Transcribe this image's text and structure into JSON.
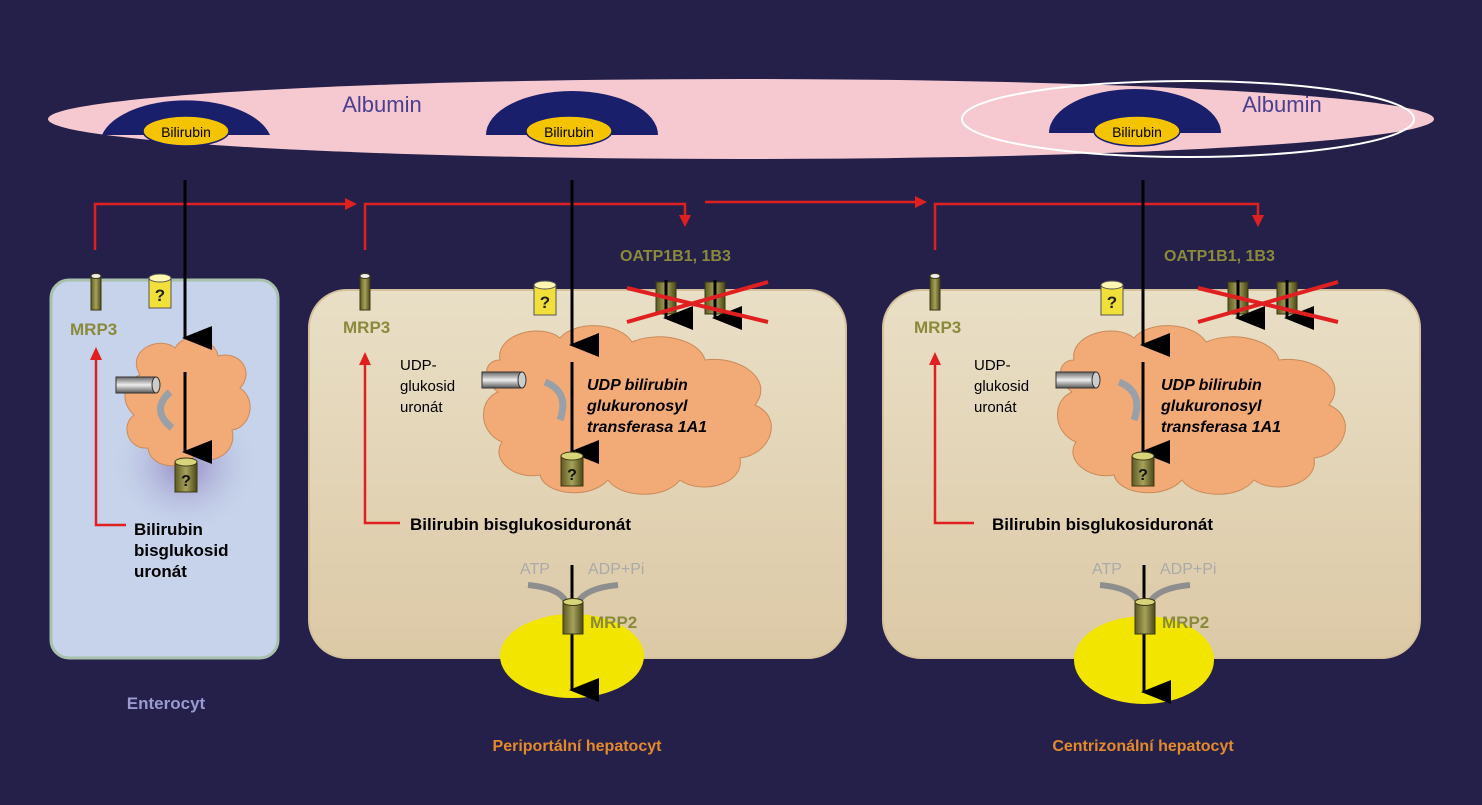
{
  "colors": {
    "background": "#24204a",
    "albumin": "#f6c9d1",
    "albumin_text": "#4b3f8f",
    "bilirubin_cap": "#1a1f6b",
    "bilirubin_pill": "#f5c400",
    "enterocyte": "#c6d3ea",
    "hepatocyte": "#e8dcc2",
    "er_cloud": "#f2aa77",
    "transporter_label": "#8a8a3a",
    "red_arrow": "#e02020",
    "cell_name_enterocyte": "#9a9ad0",
    "cell_name_hepatocyte": "#e58a2a",
    "canaliculus": "#f2e600"
  },
  "albumin": {
    "label_left": "Albumin",
    "label_right": "Albumin",
    "bilirubin_label": "Bilirubin"
  },
  "transporters": {
    "mrp3": "MRP3",
    "mrp2": "MRP2",
    "oatp": "OATP1B1, 1B3",
    "unknown": "?"
  },
  "enterocyte": {
    "name": "Enterocyt",
    "product": [
      "Bilirubin",
      "bisglukosid",
      "uronát"
    ]
  },
  "hepatocytes": [
    {
      "name": "Periportální hepatocyt",
      "substrate": [
        "UDP-",
        "glukosid",
        "uronát"
      ],
      "enzyme": [
        "UDP bilirubin",
        "glukuronosyl",
        "transferasa 1A1"
      ],
      "product": "Bilirubin bisglukosiduronát",
      "atp": "ATP",
      "adp": "ADP+Pi"
    },
    {
      "name": "Centrizonální hepatocyt",
      "substrate": [
        "UDP-",
        "glukosid",
        "uronát"
      ],
      "enzyme": [
        "UDP bilirubin",
        "glukuronosyl",
        "transferasa 1A1"
      ],
      "product": "Bilirubin bisglukosiduronát",
      "atp": "ATP",
      "adp": "ADP+Pi"
    }
  ]
}
